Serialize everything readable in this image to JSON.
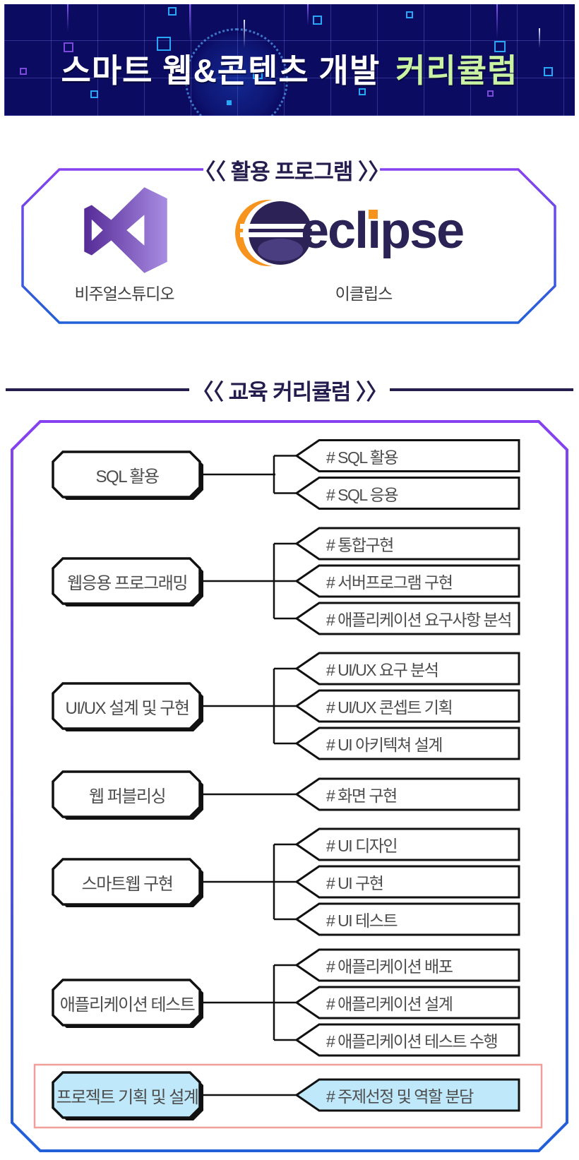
{
  "banner": {
    "title_main": "스마트 웹&콘텐츠 개발",
    "title_accent": "커리큘럼",
    "bg_color": "#0b0b62",
    "accent_color": "#c9f2a3"
  },
  "section_programs": {
    "title": "〈〈 활용 프로그램 〉〉",
    "programs": [
      {
        "name": "비주얼스튜디오",
        "icon": "visual-studio-logo"
      },
      {
        "name": "이클립스",
        "icon": "eclipse-logo",
        "wordmark": "eclipse"
      }
    ]
  },
  "section_curriculum": {
    "title": "〈〈 교육 커리큘럼 〉〉",
    "rows": [
      {
        "subject": "SQL 활용",
        "topics": [
          "# SQL 활용",
          "# SQL 응용"
        ],
        "highlight": false
      },
      {
        "subject": "웹응용 프로그래밍",
        "topics": [
          "# 통합구현",
          "# 서버프로그램 구현",
          "# 애플리케이션 요구사항 분석"
        ],
        "highlight": false
      },
      {
        "subject": "UI/UX 설계 및 구현",
        "topics": [
          "# UI/UX 요구 분석",
          "# UI/UX 콘셉트 기획",
          "# UI 아키텍쳐 설계"
        ],
        "highlight": false
      },
      {
        "subject": "웹 퍼블리싱",
        "topics": [
          "# 화면 구현"
        ],
        "highlight": false
      },
      {
        "subject": "스마트웹 구현",
        "topics": [
          "# UI 디자인",
          "# UI 구현",
          "# UI 테스트"
        ],
        "highlight": false
      },
      {
        "subject": "애플리케이션 테스트",
        "topics": [
          "# 애플리케이션 배포",
          "# 애플리케이션 설계",
          "# 애플리케이션 테스트 수행"
        ],
        "highlight": false
      },
      {
        "subject": "프로젝트 기획 및 설계",
        "topics": [
          "# 주제선정 및 역할 분담"
        ],
        "highlight": true
      }
    ]
  },
  "colors": {
    "title_navy": "#251d4e",
    "border_gradient_top": "#8642f0",
    "border_gradient_mid": "#5b4aee",
    "border_gradient_bottom": "#2160d8",
    "box_stroke": "#111111",
    "label_gray": "#4d4d4d",
    "highlight_fill": "#bfe9fa",
    "highlight_frame": "#f19f9b",
    "eclipse_navy": "#2c2255",
    "eclipse_orange": "#f7941e",
    "vs_purple_dark": "#552a96",
    "vs_purple_light": "#a88ce2"
  }
}
